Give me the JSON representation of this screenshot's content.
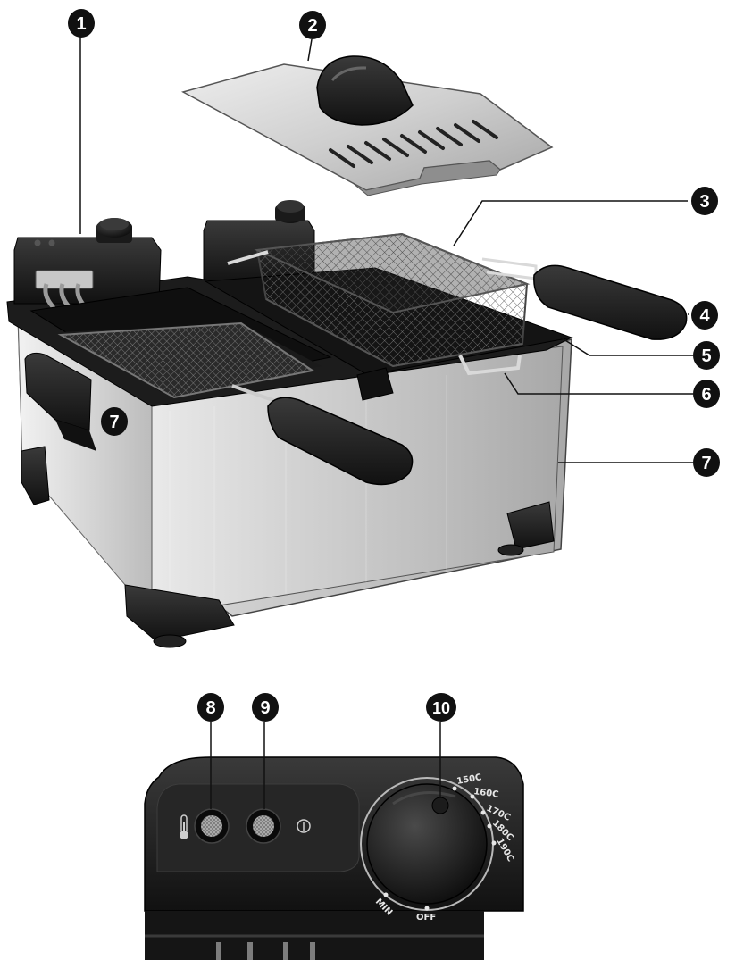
{
  "callouts": {
    "c1": "1",
    "c2": "2",
    "c3": "3",
    "c4": "4",
    "c5": "5",
    "c6": "6",
    "c7a": "7",
    "c7b": "7",
    "c8": "8",
    "c9": "9",
    "c10": "10"
  },
  "thermostat_dial": {
    "temps": [
      "150C",
      "160C",
      "170C",
      "180C",
      "190C"
    ],
    "min_label": "MIN",
    "off_label": "OFF"
  },
  "colors": {
    "callout_fill": "#111111",
    "steel": "#c9c9c9",
    "black_plastic": "#1e1e1e"
  }
}
